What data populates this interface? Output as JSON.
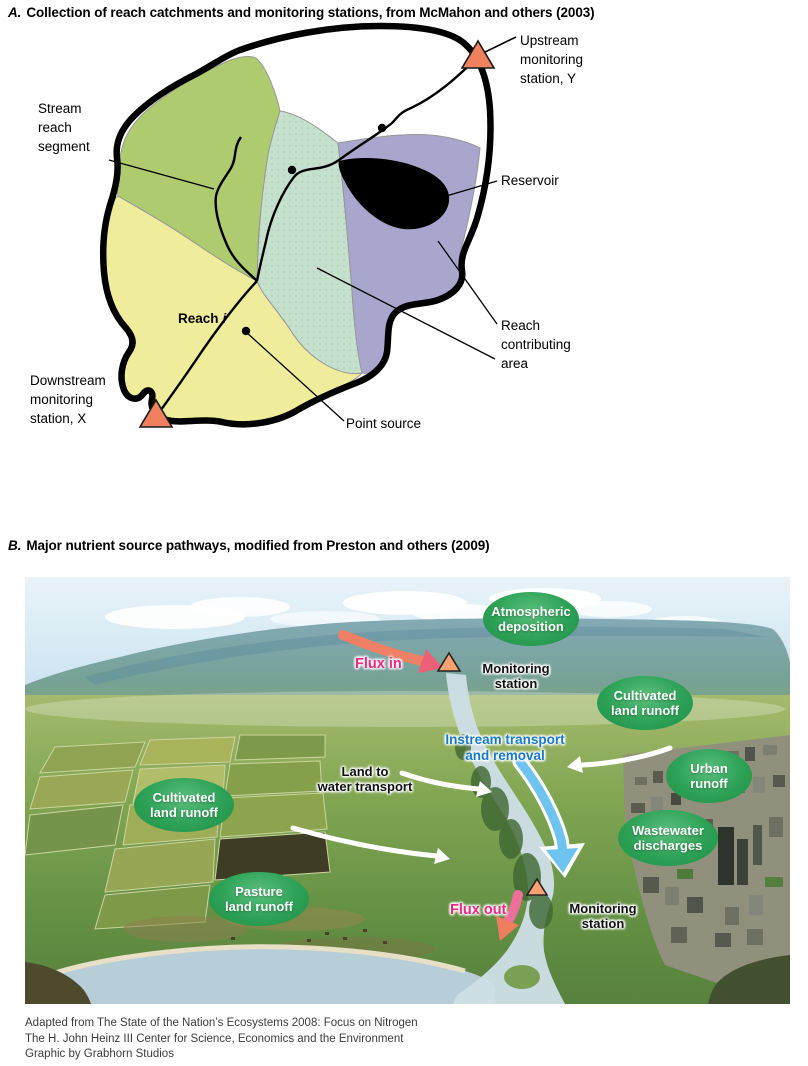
{
  "colors": {
    "region_green": "#afcb70",
    "region_mint": "#c6e0ce",
    "region_mint_dot": "#a5d2b6",
    "region_purple": "#a9a6ce",
    "region_yellow": "#efec9b",
    "station_salmon": "#f0815f",
    "oval_green_dark": "#1f9048",
    "oval_green_mid": "#2da156",
    "oval_green_light": "#5abf7d",
    "flux_pink": "#f4267e",
    "instream_blue": "#1779cc",
    "triangle_orange": "#f9a171",
    "arrow_salmon": "#ef8066",
    "arrow_head_pink": "#ee6077",
    "arrow_body_pink": "#ee6f9b",
    "arrow_head_salmon": "#ed7e5e",
    "blue_arrow": "#6fc4ef",
    "river": "#cddee5"
  },
  "panel_a": {
    "title_prefix": "A.",
    "title_text": "Collection of reach catchments and monitoring stations, from McMahon and others (2003)",
    "labels": {
      "stream_reach_segment": [
        "Stream",
        "reach",
        "segment"
      ],
      "upstream_station": [
        "Upstream",
        "monitoring",
        "station, Y"
      ],
      "reservoir": "Reservoir",
      "reach_contributing_area": [
        "Reach",
        "contributing",
        "area"
      ],
      "reach_label": "Reach",
      "reach_index": "i",
      "downstream_station": [
        "Downstream",
        "monitoring",
        "station, X"
      ],
      "point_source": "Point source"
    }
  },
  "panel_b": {
    "title_prefix": "B.",
    "title_text": "Major nutrient source pathways, modified from Preston and others (2009)",
    "ovals": {
      "atmospheric_deposition": [
        "Atmospheric",
        "deposition"
      ],
      "cultivated_land_runoff_right": [
        "Cultivated",
        "land runoff"
      ],
      "urban_runoff": [
        "Urban",
        "runoff"
      ],
      "cultivated_land_runoff_left": [
        "Cultivated",
        "land runoff"
      ],
      "wastewater_discharges": [
        "Wastewater",
        "discharges"
      ],
      "pasture_land_runoff": [
        "Pasture",
        "land runoff"
      ]
    },
    "annotations": {
      "flux_in": "Flux in",
      "flux_out": "Flux out",
      "monitoring_station_top": [
        "Monitoring",
        "station"
      ],
      "monitoring_station_bottom": [
        "Monitoring",
        "station"
      ],
      "instream_transport": [
        "Instream transport",
        "and removal"
      ],
      "land_to_water": [
        "Land to",
        "water transport"
      ]
    }
  },
  "caption": [
    "Adapted from The State of the Nation’s Ecosystems 2008: Focus on Nitrogen",
    "The H. John Heinz III Center for Science, Economics and the Environment",
    "Graphic by Grabhorn Studios"
  ]
}
